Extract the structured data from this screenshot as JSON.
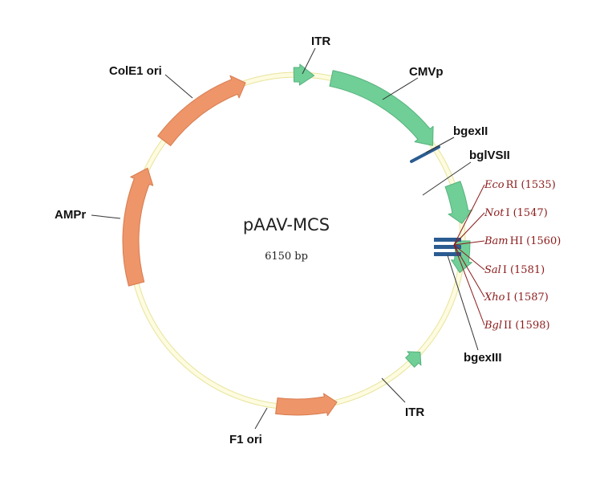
{
  "plasmid": {
    "name": "pAAV-MCS",
    "size": "6150 bp"
  },
  "colors": {
    "backbone_fill": "#fdfbe0",
    "backbone_stroke": "#e8e49c",
    "green_feature": "#6fcf97",
    "green_feature_stroke": "#57b27d",
    "orange_feature": "#ee9569",
    "orange_feature_stroke": "#d77c50",
    "mcs_blue": "#2b5c91",
    "restriction_site_text": "#8b1a1a"
  },
  "features": [
    {
      "name": "ITR",
      "type": "arrow",
      "color": "green"
    },
    {
      "name": "CMVp",
      "type": "arrow",
      "color": "green"
    },
    {
      "name": "bgexII",
      "type": "exon",
      "color": "blue"
    },
    {
      "name": "bglVSII",
      "type": "arrow",
      "color": "green"
    },
    {
      "name": "bgexIII",
      "type": "arrow",
      "color": "green"
    },
    {
      "name": "ITR",
      "type": "arrow",
      "color": "green"
    },
    {
      "name": "F1 ori",
      "type": "arrow",
      "color": "orange"
    },
    {
      "name": "AMPr",
      "type": "arrow",
      "color": "orange"
    },
    {
      "name": "ColE1 ori",
      "type": "arrow",
      "color": "orange"
    }
  ],
  "restriction_sites": [
    {
      "enzyme_italic": "Eco",
      "enzyme_roman": "RI",
      "position": "(1535)"
    },
    {
      "enzyme_italic": "Not",
      "enzyme_roman": "I",
      "position": "(1547)"
    },
    {
      "enzyme_italic": "Bam",
      "enzyme_roman": "HI",
      "position": "(1560)"
    },
    {
      "enzyme_italic": "Sal",
      "enzyme_roman": "I",
      "position": "(1581)"
    },
    {
      "enzyme_italic": "Xho",
      "enzyme_roman": "I",
      "position": "(1587)"
    },
    {
      "enzyme_italic": "Bgl",
      "enzyme_roman": "II",
      "position": "(1598)"
    }
  ]
}
